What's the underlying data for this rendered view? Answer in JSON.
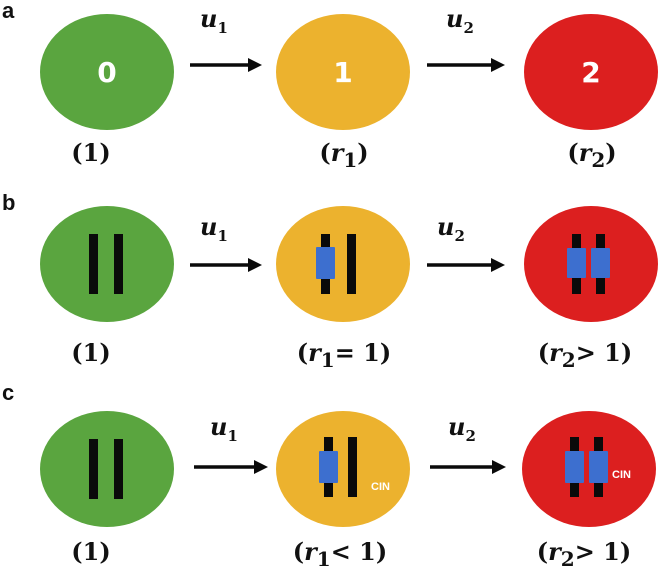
{
  "colors": {
    "green": "#5aa53f",
    "yellow": "#ecb22e",
    "red": "#dc1f1f",
    "chromosome": "#0a0a0a",
    "band": "#3d6fcf"
  },
  "panels": [
    {
      "letter": "a",
      "rates": [
        {
          "sym": "u",
          "sub": "1"
        },
        {
          "sym": "u",
          "sub": "2"
        }
      ],
      "states": [
        {
          "number": "0",
          "label_sym": "",
          "label_sub": "",
          "label_rest": "1"
        },
        {
          "number": "1",
          "label_sym": "r",
          "label_sub": "1",
          "label_rest": ""
        },
        {
          "number": "2",
          "label_sym": "r",
          "label_sub": "2",
          "label_rest": ""
        }
      ]
    },
    {
      "letter": "b",
      "rates": [
        {
          "sym": "u",
          "sub": "1"
        },
        {
          "sym": "u",
          "sub": "2"
        }
      ],
      "states": [
        {
          "label_sym": "",
          "label_sub": "",
          "label_rest": "1"
        },
        {
          "label_sym": "r",
          "label_sub": "1",
          "label_rest": "= 1"
        },
        {
          "label_sym": "r",
          "label_sub": "2",
          "label_rest": "> 1"
        }
      ]
    },
    {
      "letter": "c",
      "rates": [
        {
          "sym": "u",
          "sub": "1"
        },
        {
          "sym": "u",
          "sub": "2"
        }
      ],
      "states": [
        {
          "label_sym": "",
          "label_sub": "",
          "label_rest": "1",
          "cin": ""
        },
        {
          "label_sym": "r",
          "label_sub": "1",
          "label_rest": "< 1",
          "cin": "CIN"
        },
        {
          "label_sym": "r",
          "label_sub": "2",
          "label_rest": "> 1",
          "cin": "CIN"
        }
      ]
    }
  ]
}
